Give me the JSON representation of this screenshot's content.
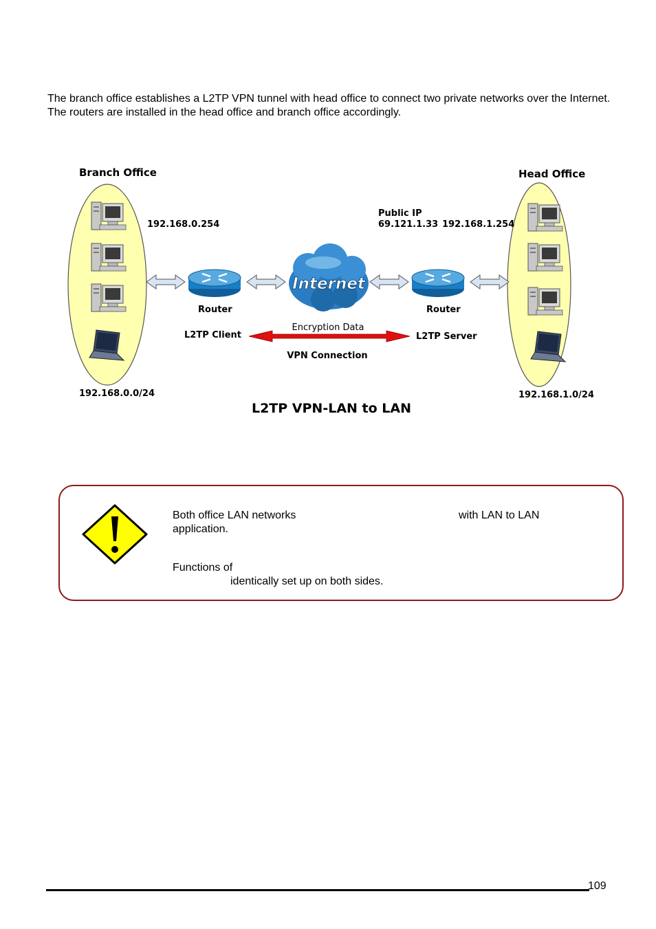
{
  "intro": "The branch office establishes a L2TP VPN tunnel with head office to connect two private networks over the Internet. The routers are installed in the head office and branch office accordingly.",
  "diagram": {
    "branch_title": "Branch Office",
    "head_title": "Head Office",
    "branch_gateway": "192.168.0.254",
    "head_gateway": "192.168.1.254",
    "public_ip_label": "Public IP",
    "public_ip": "69.121.1.33",
    "internet_label": "Internet",
    "router_left": "Router",
    "router_right": "Router",
    "client_label": "L2TP Client",
    "server_label": "L2TP Server",
    "encryption_label": "Encryption Data",
    "vpn_label": "VPN Connection",
    "branch_subnet": "192.168.0.0/24",
    "head_subnet": "192.168.1.0/24",
    "caption": "L2TP VPN-LAN to LAN"
  },
  "note": {
    "line1a": "Both office LAN networks",
    "line1b": "with LAN to LAN",
    "line2": "application.",
    "line3": "Functions of",
    "line4": "identically set up on both sides."
  },
  "footer": {
    "page_number": "109"
  },
  "colors": {
    "ellipse": "#ffffb0",
    "router": "#1a7fc4",
    "arrow": "#e01010",
    "note_border": "#8b1a1a",
    "warning": "#ffff00"
  }
}
